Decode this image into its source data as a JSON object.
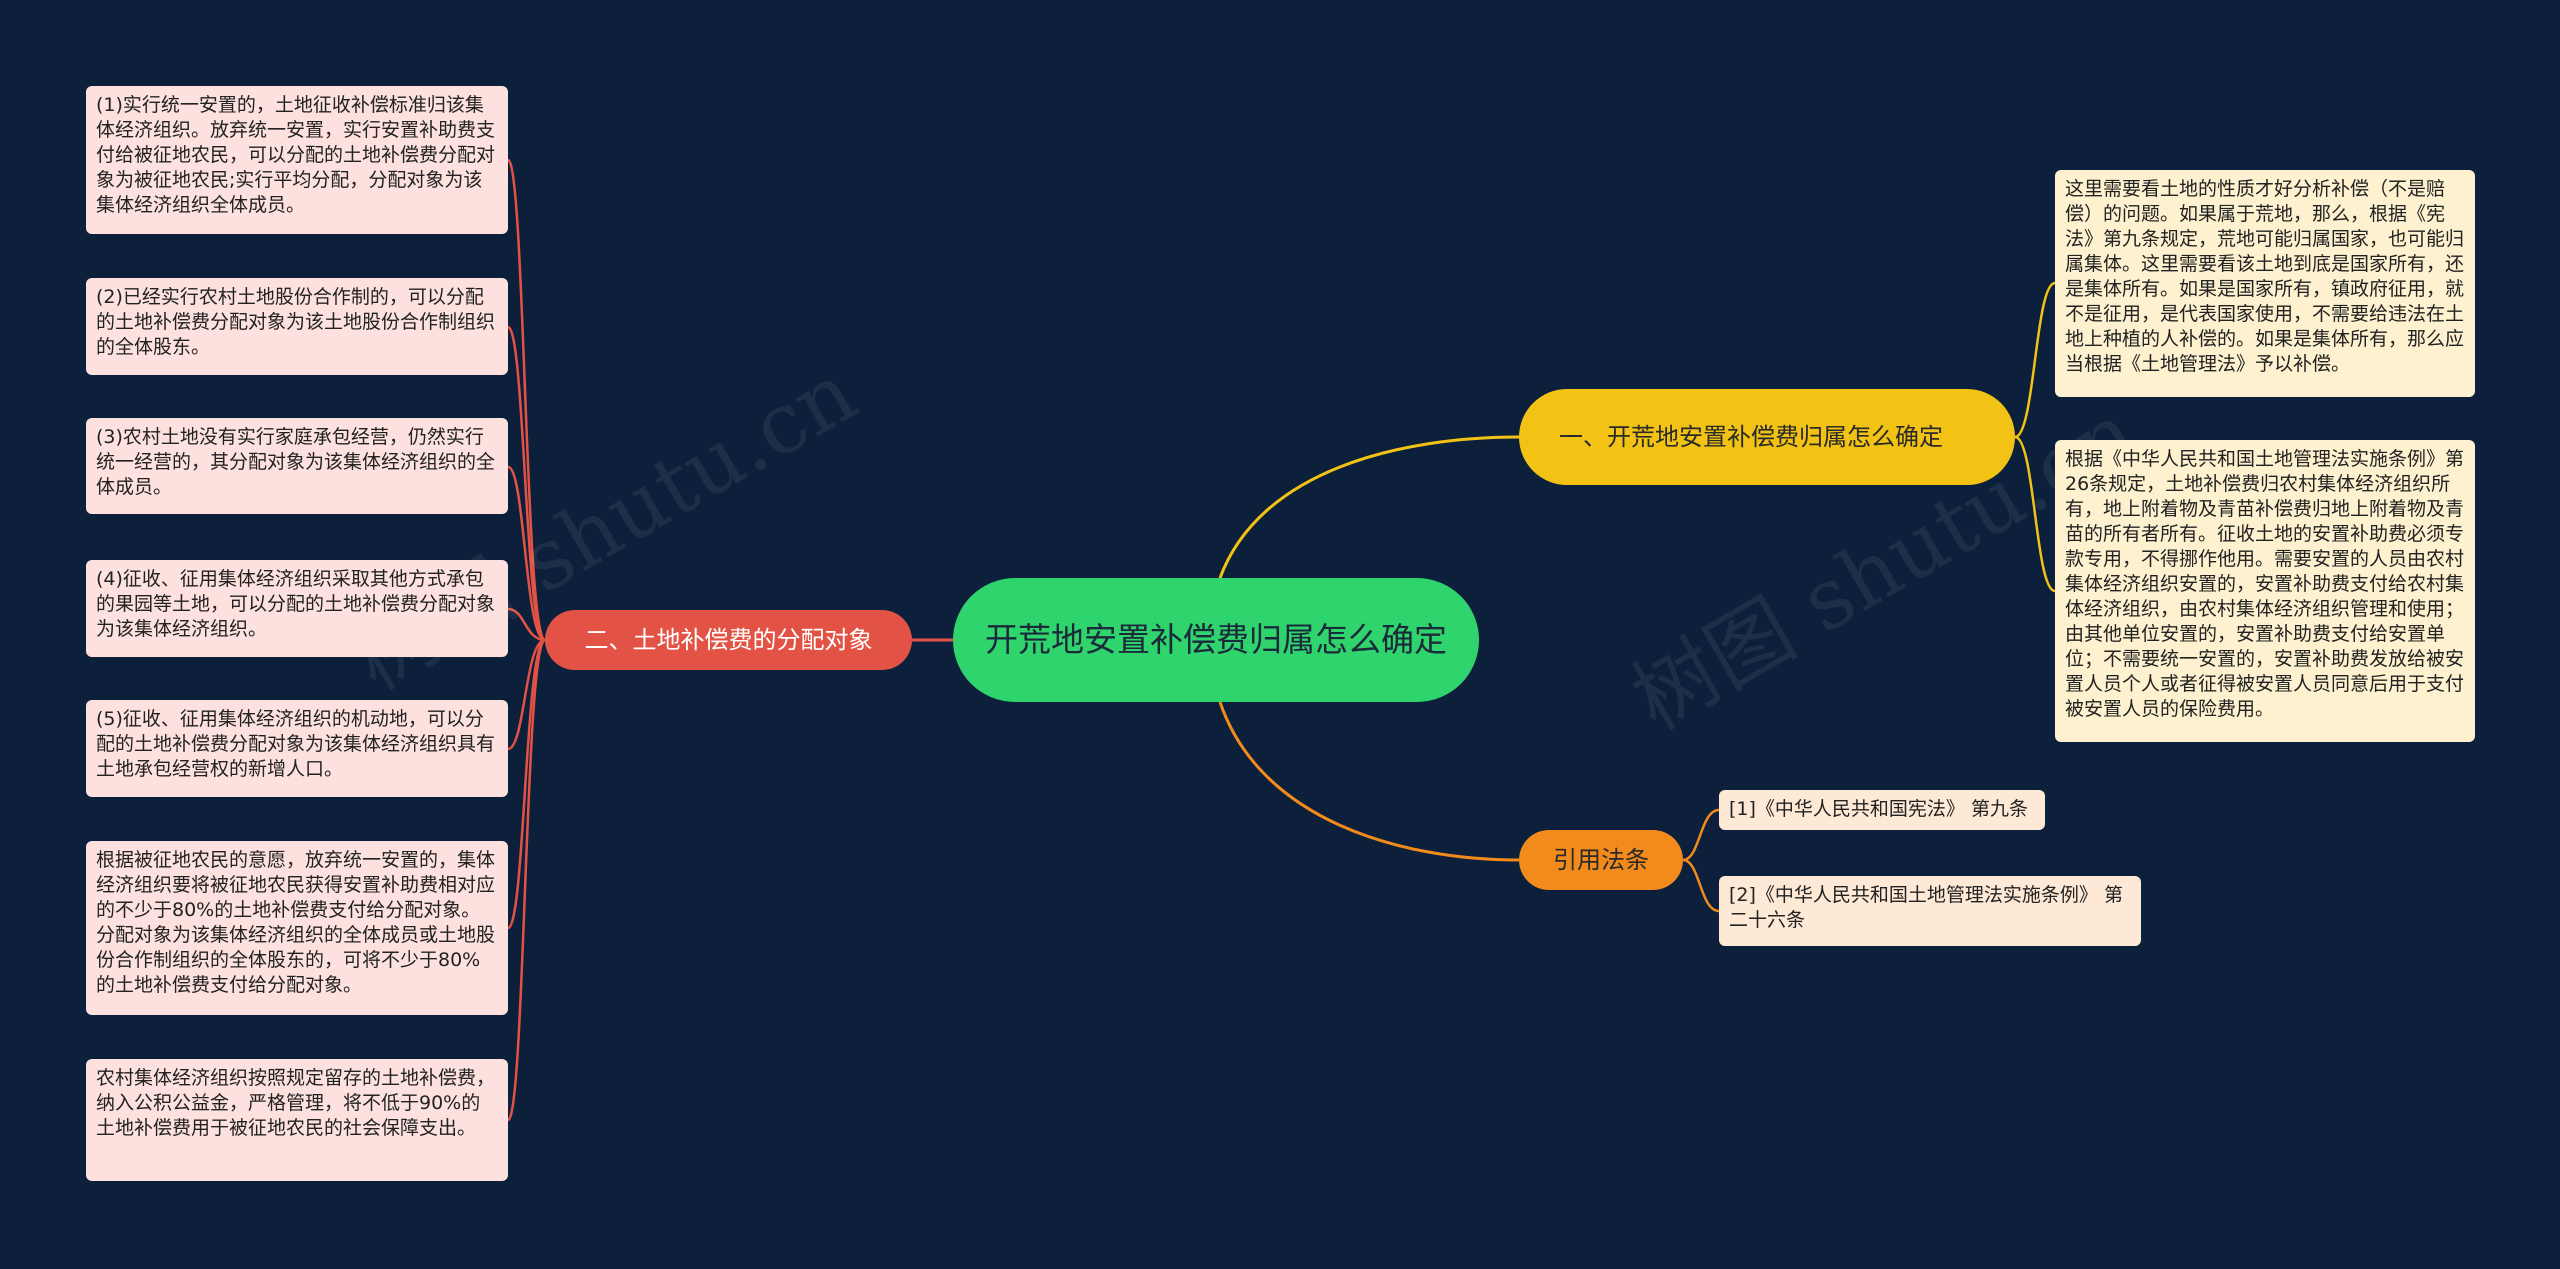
{
  "center": {
    "label": "开荒地安置补偿费归属怎么确定"
  },
  "branches": {
    "left": {
      "label": "二、土地补偿费的分配对象",
      "color": "#e35345"
    },
    "right1": {
      "label": "一、开荒地安置补偿费归属怎么确定",
      "color": "#f2c314"
    },
    "right2": {
      "label": "引用法条",
      "color": "#f28a1c"
    }
  },
  "left_leaves": [
    "(1)实行统一安置的，土地征收补偿标准归该集体经济组织。放弃统一安置，实行安置补助费支付给被征地农民，可以分配的土地补偿费分配对象为被征地农民;实行平均分配，分配对象为该集体经济组织全体成员。",
    "(2)已经实行农村土地股份合作制的，可以分配的土地补偿费分配对象为该土地股份合作制组织的全体股东。",
    "(3)农村土地没有实行家庭承包经营，仍然实行统一经营的，其分配对象为该集体经济组织的全体成员。",
    "(4)征收、征用集体经济组织采取其他方式承包的果园等土地，可以分配的土地补偿费分配对象为该集体经济组织。",
    "(5)征收、征用集体经济组织的机动地，可以分配的土地补偿费分配对象为该集体经济组织具有土地承包经营权的新增人口。",
    "根据被征地农民的意愿，放弃统一安置的，集体经济组织要将被征地农民获得安置补助费相对应的不少于80%的土地补偿费支付给分配对象。分配对象为该集体经济组织的全体成员或土地股份合作制组织的全体股东的，可将不少于80%的土地补偿费支付给分配对象。",
    "农村集体经济组织按照规定留存的土地补偿费，纳入公积公益金，严格管理，将不低于90%的土地补偿费用于被征地农民的社会保障支出。"
  ],
  "right_leaves": [
    "这里需要看土地的性质才好分析补偿（不是赔偿）的问题。如果属于荒地，那么，根据《宪法》第九条规定，荒地可能归属国家，也可能归属集体。这里需要看该土地到底是国家所有，还是集体所有。如果是国家所有，镇政府征用，就不是征用，是代表国家使用，不需要给违法在土地上种植的人补偿的。如果是集体所有，那么应当根据《土地管理法》予以补偿。",
    "根据《中华人民共和国土地管理法实施条例》第26条规定，土地补偿费归农村集体经济组织所有，地上附着物及青苗补偿费归地上附着物及青苗的所有者所有。征收土地的安置补助费必须专款专用，不得挪作他用。需要安置的人员由农村集体经济组织安置的，安置补助费支付给农村集体经济组织，由农村集体经济组织管理和使用；由其他单位安置的，安置补助费支付给安置单位；不需要统一安置的，安置补助费发放给被安置人员个人或者征得被安置人员同意后用于支付被安置人员的保险费用。"
  ],
  "law_leaves": [
    "[1]《中华人民共和国宪法》 第九条",
    "[2]《中华人民共和国土地管理法实施条例》 第二十六条"
  ],
  "watermarks": [
    "树图 shutu.cn",
    "树图 shutu.cn"
  ]
}
